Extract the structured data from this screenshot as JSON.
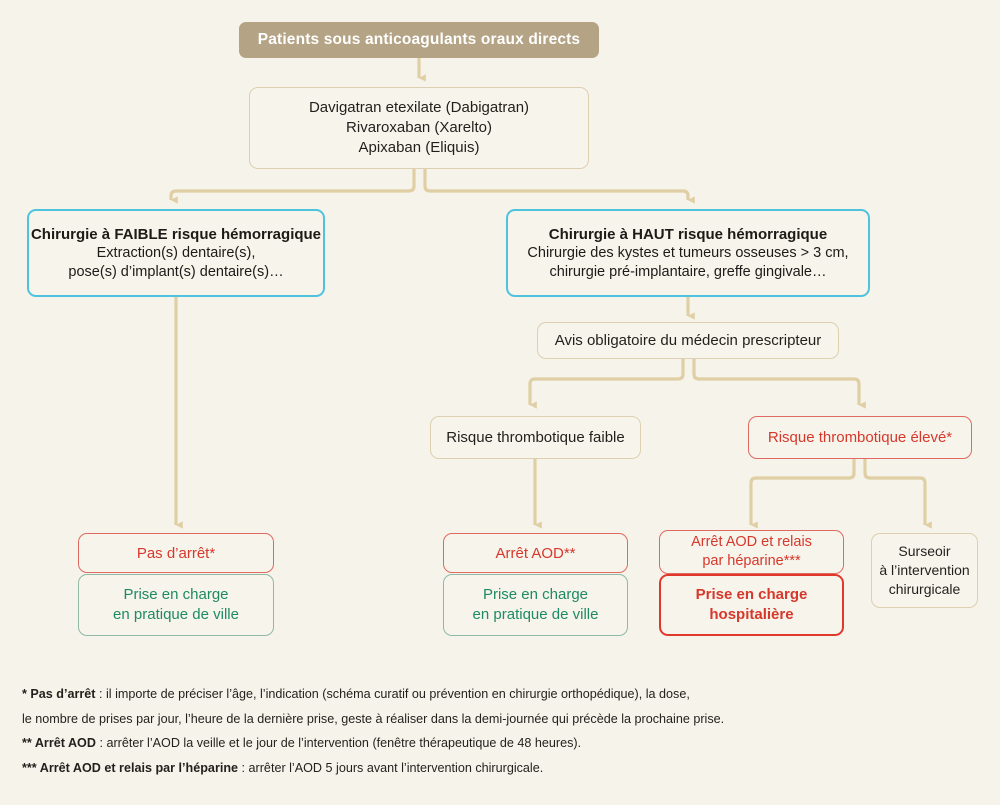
{
  "diagram": {
    "title": "Patients sous anticoagulants oraux directs",
    "type": "flowchart",
    "colors": {
      "background": "#f6f3ea",
      "header_fill": "#b4a384",
      "connector": "#e3d4ab",
      "tan_border": "#ddd0b0",
      "cyan_border": "#4ec3de",
      "red_border": "#e06a62",
      "red_text": "#d6382c",
      "green_border": "#8fb9a5",
      "green_text": "#1f8a63"
    }
  },
  "nodes": {
    "header": {
      "label": "Patients sous anticoagulants oraux directs"
    },
    "drugs": {
      "line1": "Davigatran etexilate (Dabigatran)",
      "line2": "Rivaroxaban (Xarelto)",
      "line3": "Apixaban (Eliquis)"
    },
    "low_risk_surgery": {
      "title": "Chirurgie à FAIBLE risque hémorragique",
      "line1": "Extraction(s) dentaire(s),",
      "line2": "pose(s) d’implant(s) dentaire(s)…"
    },
    "high_risk_surgery": {
      "title": "Chirurgie à HAUT risque hémorragique",
      "line1": "Chirurgie des kystes et tumeurs osseuses > 3 cm,",
      "line2": "chirurgie pré-implantaire, greffe gingivale…"
    },
    "prescriber_advice": {
      "label": "Avis obligatoire du médecin prescripteur"
    },
    "thrombotic_low": {
      "label": "Risque thrombotique faible"
    },
    "thrombotic_high": {
      "label": "Risque thrombotique élevé*"
    },
    "no_stop": {
      "label": "Pas d’arrêt*"
    },
    "no_stop_care": {
      "line1": "Prise en charge",
      "line2": "en pratique de ville"
    },
    "stop_aod": {
      "label": "Arrêt AOD**"
    },
    "stop_aod_care": {
      "line1": "Prise en charge",
      "line2": "en pratique de ville"
    },
    "stop_aod_heparin": {
      "line1": "Arrêt AOD et relais",
      "line2": "par héparine***"
    },
    "hospital_care": {
      "line1": "Prise en charge",
      "line2": "hospitalière"
    },
    "postpone": {
      "line1": "Surseoir",
      "line2": "à l’intervention",
      "line3": "chirurgicale"
    }
  },
  "footnotes": {
    "fn1_marker": "* Pas d’arrêt",
    "fn1_line1": " : il importe de préciser l’âge, l’indication (schéma curatif ou prévention en chirurgie orthopédique), la dose,",
    "fn1_line2": "le nombre de prises par jour, l’heure de la dernière prise, geste à réaliser dans la demi-journée qui précède la prochaine prise.",
    "fn2_marker": "** Arrêt AOD",
    "fn2_text": " : arrêter l’AOD la veille et le jour de l’intervention (fenêtre thérapeutique de 48 heures).",
    "fn3_marker": "*** Arrêt AOD et relais par l’héparine",
    "fn3_text": " : arrêter l’AOD 5 jours avant l’intervention chirurgicale."
  }
}
